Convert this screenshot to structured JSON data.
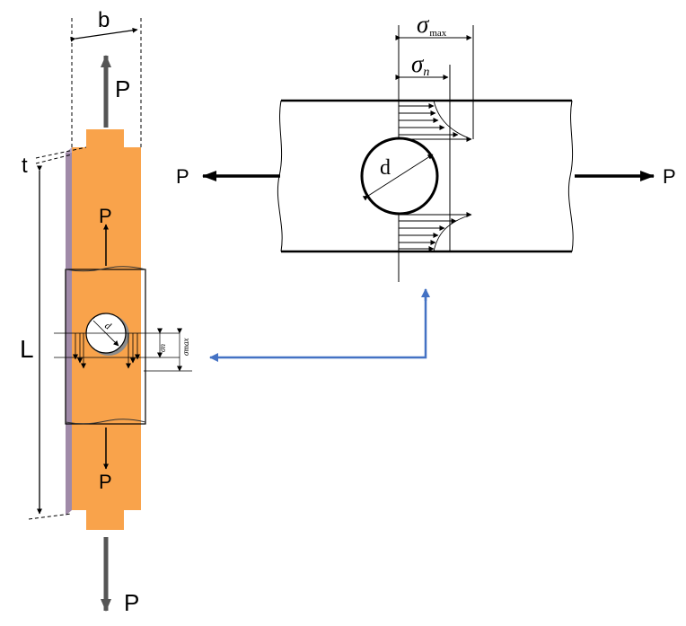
{
  "left_figure": {
    "width_label": "b",
    "thickness_label": "t",
    "length_label": "L",
    "hole_label": "d",
    "stress_n_label": "σn",
    "stress_max_label": "σmax",
    "load_top_outer": "P",
    "load_top_inner": "P",
    "load_bottom_inner": "P",
    "load_bottom_outer": "P"
  },
  "right_figure": {
    "load_left": "P",
    "load_right": "P",
    "hole_label": "d",
    "sigma_symbol": "σ",
    "sigma_max_sub": "max",
    "sigma_n_sub": "n"
  },
  "colors": {
    "plate_face": "#f9a34b",
    "plate_edge": "#a08aa8",
    "connector_arrow": "#4472c4",
    "load_rod": "#595959"
  }
}
